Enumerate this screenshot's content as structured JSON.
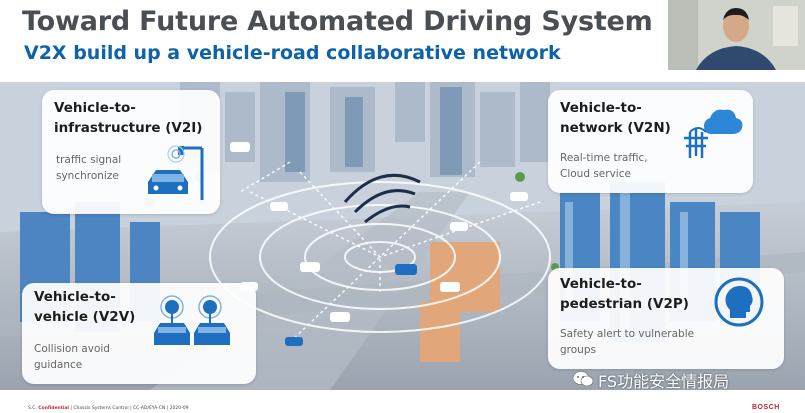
{
  "slide": {
    "title": "Toward Future Automated Driving System",
    "subtitle": "V2X build up a vehicle-road collaborative network"
  },
  "cards": {
    "v2i": {
      "title_line1": "Vehicle-to-",
      "title_line2": "infrastructure (V2I)",
      "desc_line1": "traffic signal",
      "desc_line2": "synchronize",
      "icon": "car-traffic-signal-icon"
    },
    "v2n": {
      "title_line1": "Vehicle-to-",
      "title_line2": "network (V2N)",
      "desc_line1": "Real-time traffic,",
      "desc_line2": "Cloud service",
      "icon": "antenna-cloud-icon"
    },
    "v2v": {
      "title_line1": "Vehicle-to-",
      "title_line2": "vehicle (V2V)",
      "desc_line1": "Collision avoid",
      "desc_line2": "guidance",
      "icon": "two-cars-icon"
    },
    "v2p": {
      "title_line1": "Vehicle-to-",
      "title_line2": "pedestrian (V2P)",
      "desc_line1": "Safety alert to vulnerable",
      "desc_line2": "groups",
      "icon": "pedestrian-head-icon"
    }
  },
  "footer": {
    "prefix": "S.C.",
    "confidential": "Confidential",
    "details": "| Chassis Systems Control | CC-AD/EYA-CN | 2020-09",
    "brand": "BOSCH"
  },
  "watermark": {
    "text": "FS功能安全情报局"
  },
  "colors": {
    "accent_blue": "#0e63a8",
    "icon_blue": "#1f6fc1",
    "title_gray": "#4a4f55",
    "bosch_red": "#c0282d"
  }
}
